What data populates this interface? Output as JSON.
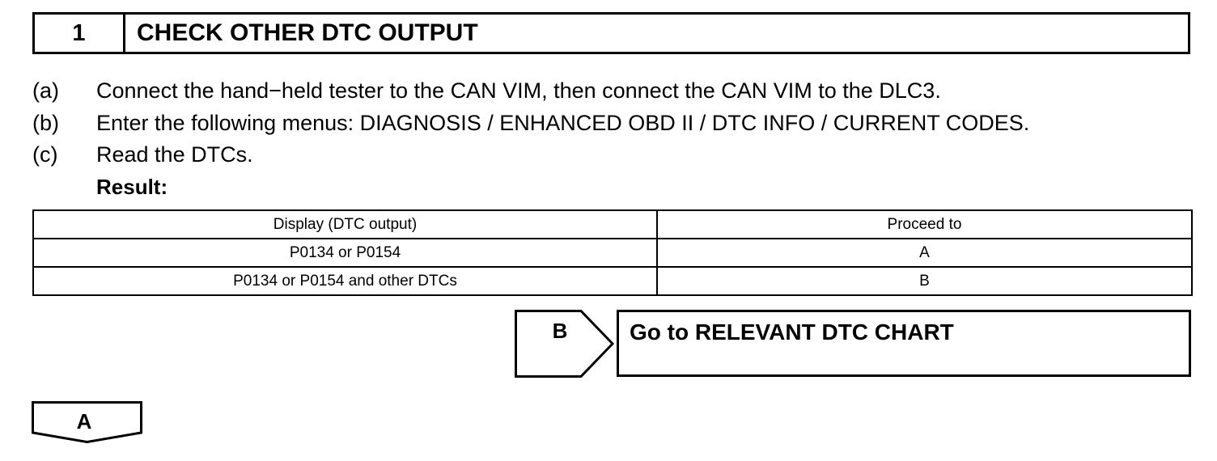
{
  "step": {
    "number": "1",
    "title": "CHECK OTHER DTC OUTPUT"
  },
  "instructions": [
    {
      "letter": "(a)",
      "text": "Connect the hand−held tester to the CAN VIM, then connect the CAN VIM to the DLC3."
    },
    {
      "letter": "(b)",
      "text": "Enter the following menus: DIAGNOSIS / ENHANCED OBD II / DTC INFO / CURRENT CODES."
    },
    {
      "letter": "(c)",
      "text": "Read the DTCs."
    }
  ],
  "result_label": "Result:",
  "result_table": {
    "headers": [
      "Display (DTC output)",
      "Proceed to"
    ],
    "rows": [
      [
        "P0134 or P0154",
        "A"
      ],
      [
        "P0134 or P0154 and other DTCs",
        "B"
      ]
    ]
  },
  "branch_b": {
    "label": "B",
    "text": "Go to RELEVANT DTC CHART"
  },
  "branch_a": {
    "label": "A"
  }
}
